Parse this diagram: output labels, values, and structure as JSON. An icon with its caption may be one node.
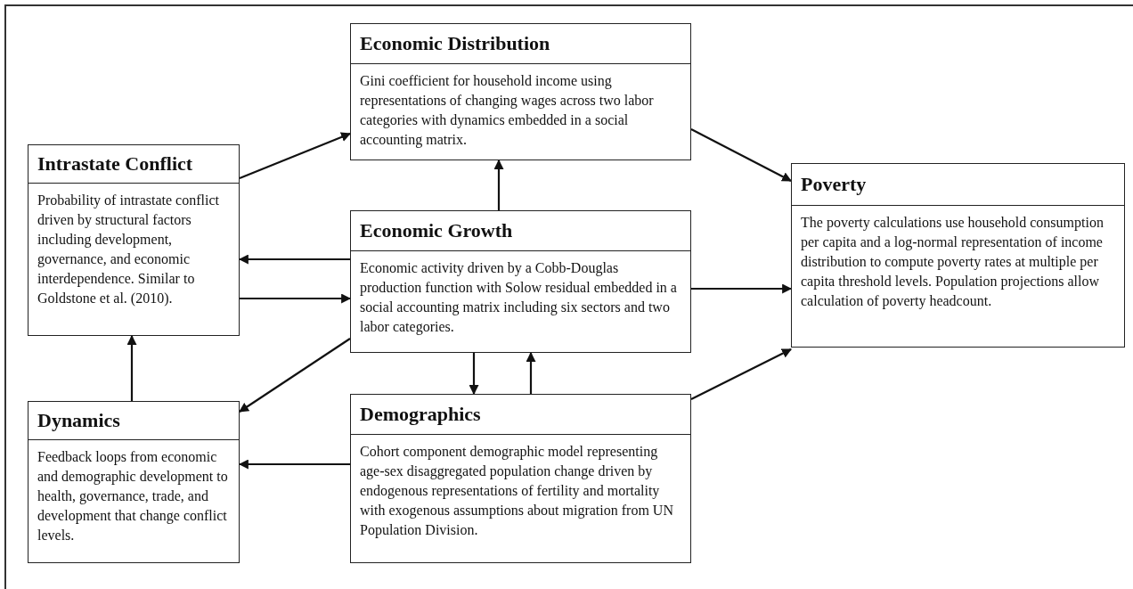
{
  "diagram": {
    "nodes": [
      {
        "text": [
          "Intrastate Conflict",
          "Probability of intrastate conflict driven by structural factors including development, governance, and economic interdependence.  Similar to Goldstone et al. (2010)."
        ]
      },
      {
        "text": [
          "Economic Distribution",
          "Gini coefficient for household income using representations of changing wages across two labor categories with dynamics embedded in a social accounting matrix."
        ]
      },
      {
        "text": [
          "Economic Growth",
          "Economic activity driven by a Cobb-Douglas production function with Solow residual embedded in a social accounting matrix including six sectors and two labor categories."
        ]
      },
      {
        "text": [
          "Poverty",
          "The poverty calculations use household consumption per capita and a log-normal representation of income distribution to compute poverty rates at multiple per capita threshold levels. Population projections allow calculation of poverty headcount."
        ]
      },
      {
        "text": [
          "Dynamics",
          "Feedback loops from economic and demographic development to health, governance, trade, and development that change conflict levels."
        ]
      },
      {
        "text": [
          "Demographics",
          "Cohort component demographic model representing age-sex disaggregated population change driven by endogenous representations of fertility and mortality with exogenous assumptions about migration from UN Population Division."
        ]
      }
    ],
    "edges": [
      {
        "from": 0,
        "to": 1,
        "arrow": "to"
      },
      {
        "from": 1,
        "to": 3,
        "arrow": "to"
      },
      {
        "from": 2,
        "to": 1,
        "arrow": "to"
      },
      {
        "from": 2,
        "to": 0,
        "arrow": "to"
      },
      {
        "from": 0,
        "to": 2,
        "arrow": "to"
      },
      {
        "from": 2,
        "to": 3,
        "arrow": "to"
      },
      {
        "from": 2,
        "to": 4,
        "arrow": "to"
      },
      {
        "from": 2,
        "to": 5,
        "arrow": "to"
      },
      {
        "from": 5,
        "to": 2,
        "arrow": "to"
      },
      {
        "from": 5,
        "to": 4,
        "arrow": "to"
      },
      {
        "from": 4,
        "to": 0,
        "arrow": "to"
      },
      {
        "from": 5,
        "to": 3,
        "arrow": "to"
      }
    ]
  }
}
